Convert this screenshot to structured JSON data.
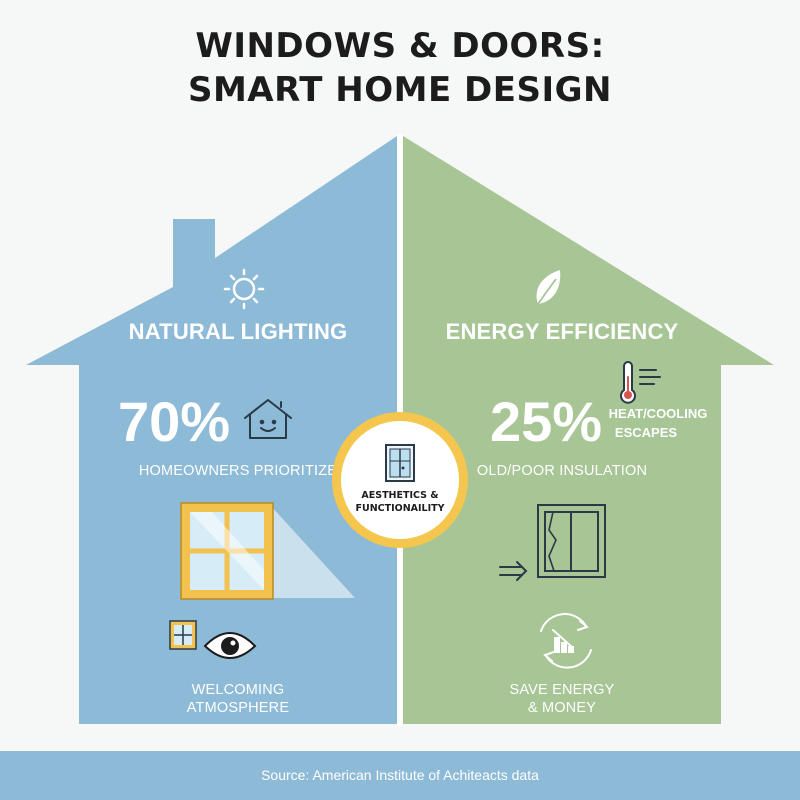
{
  "title": {
    "line1": "WINDOWS & DOORS:",
    "line2": "SMART HOME DESIGN"
  },
  "colors": {
    "left_blue": "#8dbad7",
    "right_green": "#a7c595",
    "accent_yellow": "#f4c64d",
    "text_dark": "#1c1c1c"
  },
  "left": {
    "heading": "NATURAL LIGHTING",
    "stat": "70%",
    "stat_label": "HOMEOWNERS PRIORITIZE",
    "bottom_label_line1": "WELCOMING",
    "bottom_label_line2": "ATMOSPHERE",
    "icons": [
      "sun-icon",
      "smiling-house-icon",
      "sunlit-window-icon",
      "window-icon",
      "eye-icon"
    ]
  },
  "right": {
    "heading": "ENERGY EFFICIENCY",
    "stat": "25%",
    "stat_side_line1": "HEAT/COOLING",
    "stat_side_line2": "ESCAPES",
    "stat_label": "OLD/POOR INSULATION",
    "bottom_label_line1": "SAVE ENERGY",
    "bottom_label_line2": "& MONEY",
    "icons": [
      "leaf-icon",
      "thermometer-icon",
      "cracked-window-icon",
      "draft-arrow-icon",
      "savings-cycle-icon"
    ]
  },
  "center": {
    "line1": "AESTHETICS &",
    "line2": "FUNCTIONAILITY",
    "icon": "door-icon"
  },
  "footer": {
    "source": "Source: American Institute of Achiteacts data"
  }
}
